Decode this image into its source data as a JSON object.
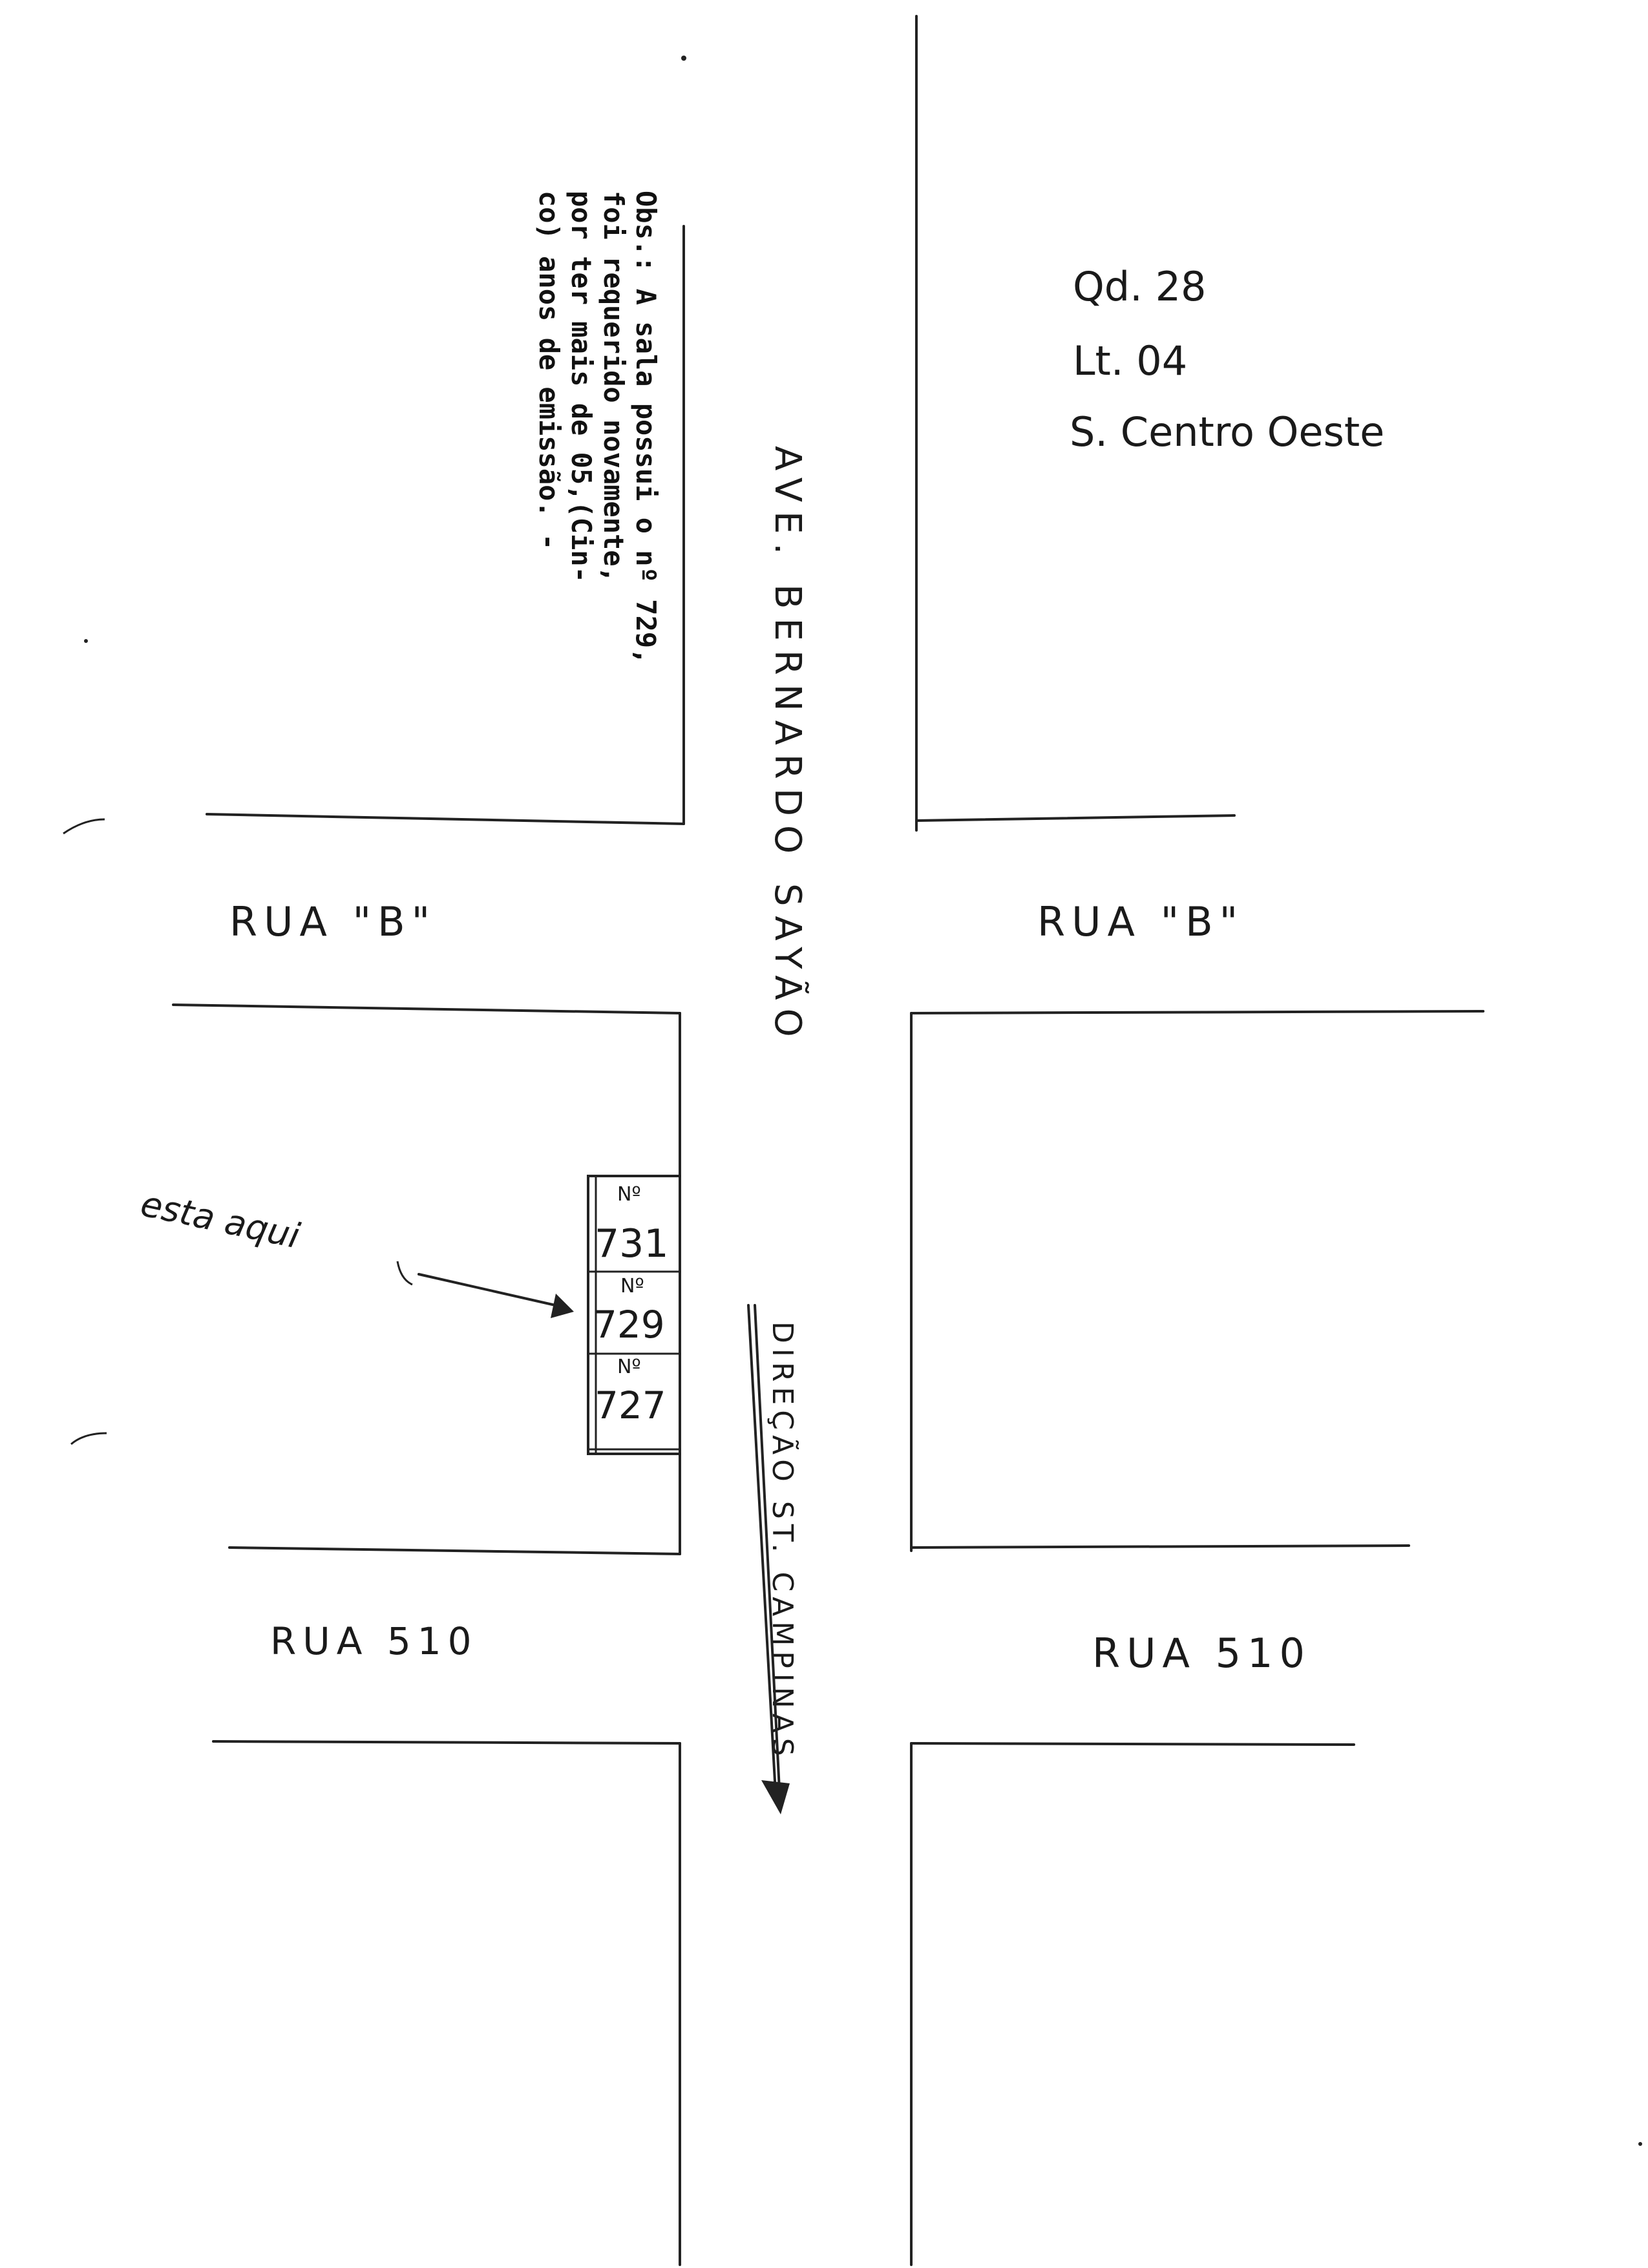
{
  "note": {
    "lines": [
      "Obs.: A sala possui o nº 729,",
      "foi requerido novamente,",
      "por ter mais de 05,(Cin-",
      "co) anos de emissão. -"
    ]
  },
  "lot_info": {
    "quadra": "Qd. 28",
    "lote": "Lt. 04",
    "setor": "S. Centro Oeste"
  },
  "streets": {
    "avenue": "AVE. BERNARDO SAYÃO",
    "rua_b_left": "RUA \"B\"",
    "rua_b_right": "RUA \"B\"",
    "rua_510_left": "RUA 510",
    "rua_510_right": "RUA 510"
  },
  "direction_label": "DIREÇÃO ST. CAMPINAS",
  "here_label": "esta aqui",
  "rooms": [
    {
      "label": "Nº",
      "number": "731"
    },
    {
      "label": "Nº",
      "number": "729"
    },
    {
      "label": "Nº",
      "number": "727"
    }
  ],
  "colors": {
    "ink": "#222222",
    "paper": "#ffffff"
  }
}
